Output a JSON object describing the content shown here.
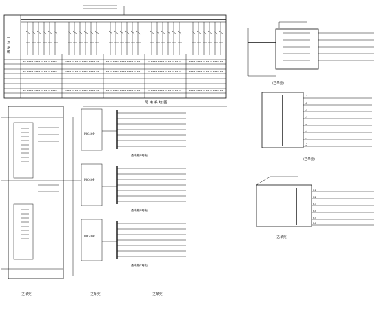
{
  "top_table": {
    "row_labels": [
      "一 次 系 统"
    ]
  },
  "right_top": {
    "caption": "(乙单元)"
  },
  "middle": {
    "title": "配 电 系 统 图",
    "left_caption": "(乙单元)",
    "right_caption": "(乙单元)",
    "device_1": "MC40P",
    "device_2": "MC40P",
    "device_3": "MC40P",
    "footer_1": "(配电箱体暗装)",
    "footer_2": "(配电箱体暗装)",
    "footer_3": "(配电箱体暗装)"
  },
  "right_mid": {
    "caption": "(乙单元)",
    "rows": [
      "L1",
      "L2",
      "L3",
      "L1",
      "L2",
      "L3",
      "L1",
      "L2"
    ]
  },
  "right_bottom": {
    "caption": "(乙单元)",
    "rows": [
      "R1",
      "R2",
      "R3",
      "R4",
      "R5",
      "R6"
    ]
  },
  "left_panel": {
    "bottom_caption": "(乙单元)"
  }
}
